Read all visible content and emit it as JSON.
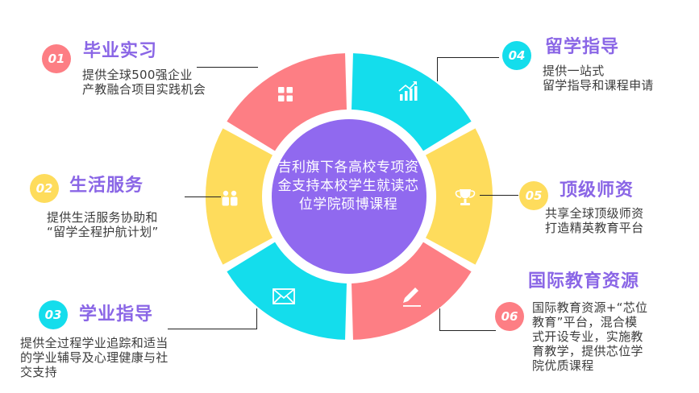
{
  "center": {
    "text": "吉利旗下各高校专项资金支持本校学生就读芯位学院硕博课程"
  },
  "colors": {
    "red": "#fd7e84",
    "cyan": "#14ddec",
    "yellow": "#fedc5c",
    "purple": "#8a66e6",
    "center_fill": "#9069ef"
  },
  "items": [
    {
      "num": "01",
      "title": "毕业实习",
      "desc": "提供全球500强企业\n产教融合项目实践机会",
      "icon": "grid-icon",
      "segment_color": "#fd7e84",
      "badge_color": "#fd7e84"
    },
    {
      "num": "02",
      "title": "生活服务",
      "desc": "提供生活服务协助和\n“留学全程护航计划”",
      "icon": "people-icon",
      "segment_color": "#fedc5c",
      "badge_color": "#fedc5c"
    },
    {
      "num": "03",
      "title": "学业指导",
      "desc": "提供全过程学业追踪和适当\n的学业辅导及心理健康与社\n交支持",
      "icon": "envelope-icon",
      "segment_color": "#14ddec",
      "badge_color": "#14ddec"
    },
    {
      "num": "04",
      "title": "留学指导",
      "desc": "提供一站式\n留学指导和课程申请",
      "icon": "growth-chart-icon",
      "segment_color": "#14ddec",
      "badge_color": "#14ddec"
    },
    {
      "num": "05",
      "title": "顶级师资",
      "desc": "共享全球顶级师资\n打造精英教育平台",
      "icon": "trophy-icon",
      "segment_color": "#fedc5c",
      "badge_color": "#fedc5c"
    },
    {
      "num": "06",
      "title": "国际教育资源",
      "desc": "国际教育资源+“芯位\n教育”平台，混合模\n式开设专业，实施教\n育教学，提供芯位学\n院优质课程",
      "icon": "pencil-icon",
      "segment_color": "#fd7e84",
      "badge_color": "#fd7e84"
    }
  ]
}
